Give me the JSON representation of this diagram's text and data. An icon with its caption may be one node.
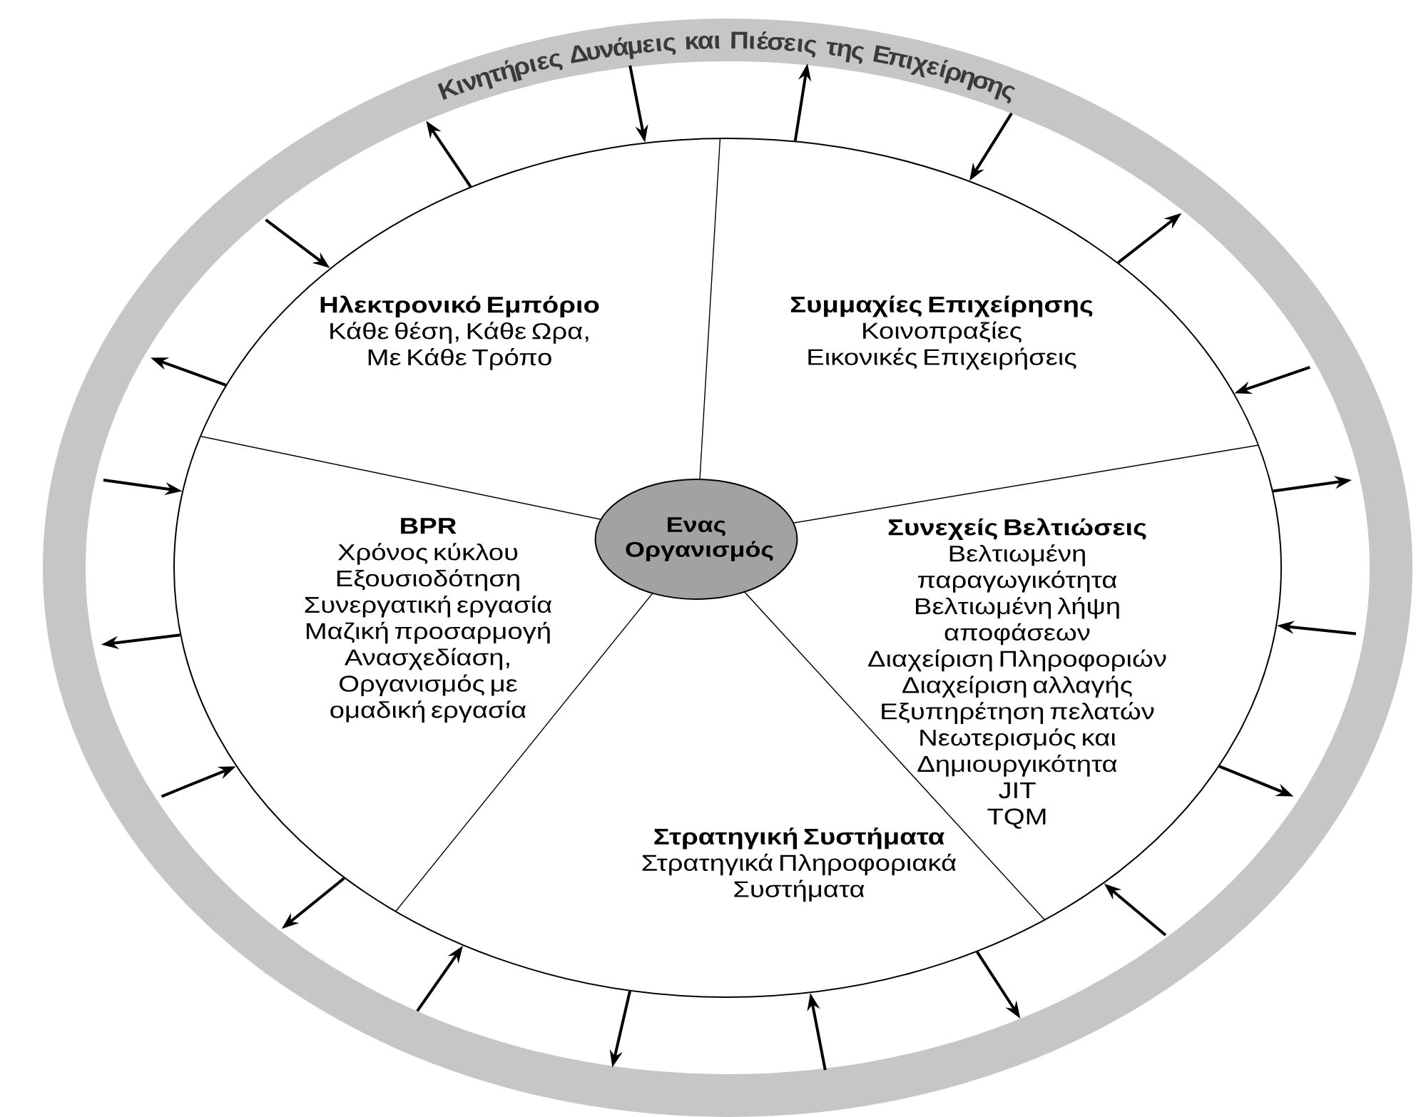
{
  "diagram": {
    "nodes": [
      {
        "text": [
          "Κινητήριες Δυνάμεις και Πιέσεις της Επιχείρησης"
        ]
      },
      {
        "text": [],
        "shape": "circle",
        "in": 0
      },
      {
        "text": [
          "Ηλεκτρονικό Εμπόριο",
          "Κάθε θέση, Κάθε Ωρα, Με Κάθε Τρόπο"
        ],
        "in": 1
      },
      {
        "text": [
          "Συμμαχίες Επιχείρησης",
          "Κοινοπραξίες",
          "Εικονικές Επιχειρήσεις"
        ],
        "in": 1
      },
      {
        "text": [
          "BPR",
          "Χρόνος κύκλου",
          "Εξουσιοδότηση",
          "Συνεργατική εργασία",
          "Μαζική προσαρμογή",
          "Ανασχεδίαση,",
          "Οργανισμός με ομαδική εργασία"
        ],
        "in": 1
      },
      {
        "text": [
          "Ενας Οργανισμός"
        ],
        "in": 1
      },
      {
        "text": [
          "Συνεχείς Βελτιώσεις",
          "Βελτιωμένη παραγωγικότητα",
          "Βελτιωμένη λήψη αποφάσεων",
          "Διαχείριση Πληροφοριών",
          "Διαχείριση αλλαγής",
          "Εξυπηρέτηση πελατών",
          "Νεωτερισμός και Δημιουργικότητα",
          "JIT",
          "TQM"
        ],
        "in": 1
      },
      {
        "text": [
          "Στρατηγική Συστήματα",
          "Στρατηγικά Πληροφοριακά Συστήματα"
        ],
        "in": 1
      }
    ],
    "edges": [
      {
        "from": 0,
        "to": 1,
        "arrow": "to"
      },
      {
        "from": 1,
        "to": 0,
        "arrow": "to"
      },
      {
        "from": 0,
        "to": 1,
        "arrow": "to"
      },
      {
        "from": 1,
        "to": 0,
        "arrow": "to"
      },
      {
        "from": 0,
        "to": 1,
        "arrow": "to"
      },
      {
        "from": 1,
        "to": 0,
        "arrow": "to"
      },
      {
        "from": 0,
        "to": 1,
        "arrow": "to"
      },
      {
        "from": 1,
        "to": 0,
        "arrow": "to"
      },
      {
        "from": 0,
        "to": 1,
        "arrow": "to"
      },
      {
        "from": 1,
        "to": 0,
        "arrow": "to"
      },
      {
        "from": 0,
        "to": 1,
        "arrow": "to"
      },
      {
        "from": 1,
        "to": 0,
        "arrow": "to"
      },
      {
        "from": 0,
        "to": 1,
        "arrow": "to"
      },
      {
        "from": 1,
        "to": 0,
        "arrow": "to"
      },
      {
        "from": 0,
        "to": 1,
        "arrow": "to"
      },
      {
        "from": 1,
        "to": 0,
        "arrow": "to"
      },
      {
        "from": 0,
        "to": 1,
        "arrow": "to"
      },
      {
        "from": 1,
        "to": 0,
        "arrow": "to"
      },
      {
        "from": 0,
        "to": 1,
        "arrow": "to"
      },
      {
        "from": 1,
        "to": 0,
        "arrow": "to"
      }
    ]
  }
}
